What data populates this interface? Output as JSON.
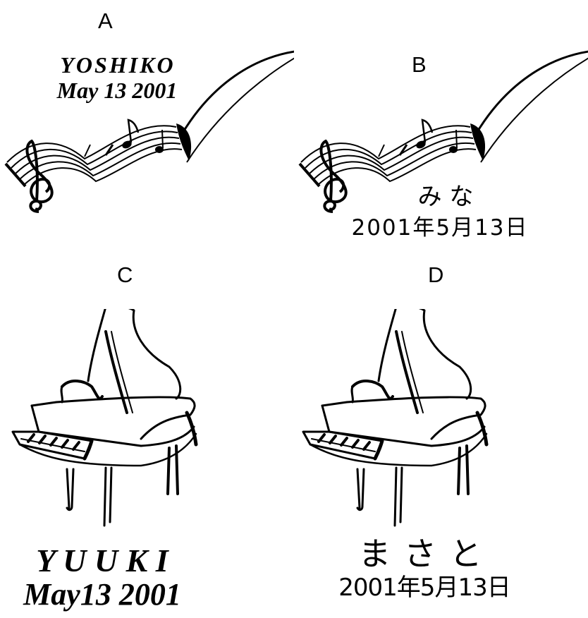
{
  "panels": {
    "a": {
      "letter": "A",
      "name": "YOSHIKO",
      "date": "May 13 2001"
    },
    "b": {
      "letter": "B",
      "name": "み な",
      "date": "2001年5月13日"
    },
    "c": {
      "letter": "C",
      "name": "Y U U K I",
      "date": "May13 2001"
    },
    "d": {
      "letter": "D",
      "name": "ま さ と",
      "date": "2001年5月13日"
    }
  },
  "icons": {
    "music_staff": "music-staff-icon",
    "grand_piano": "grand-piano-icon"
  },
  "colors": {
    "ink": "#000000",
    "paper": "#ffffff"
  }
}
